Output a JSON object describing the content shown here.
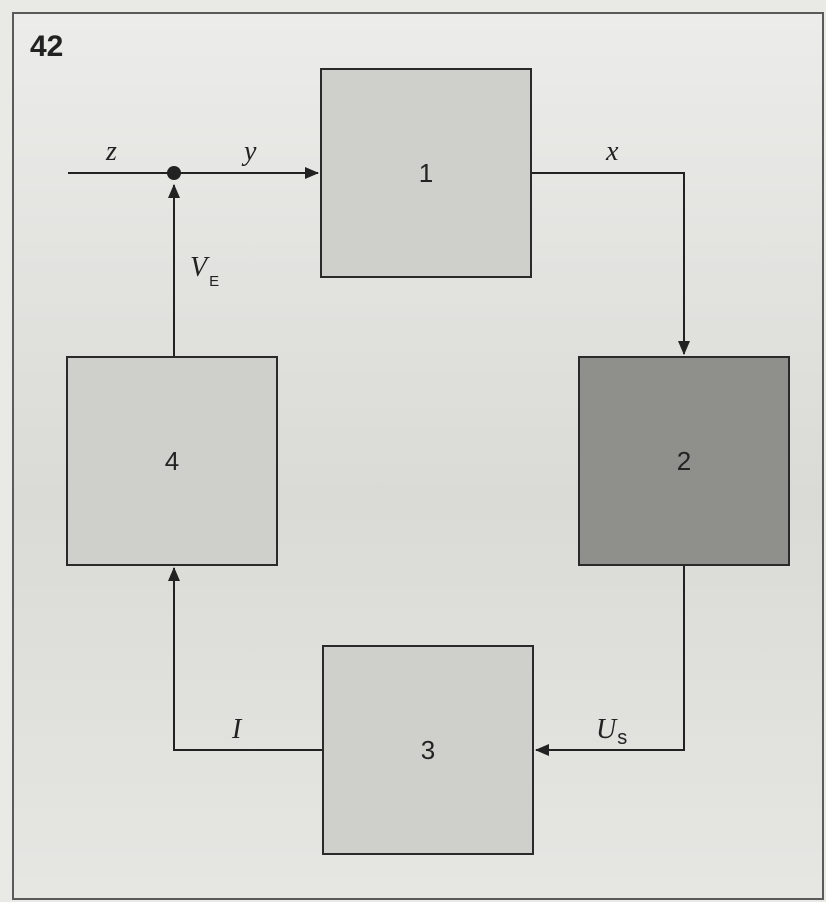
{
  "figure_number": "42",
  "blocks": {
    "b1": "1",
    "b2": "2",
    "b3": "3",
    "b4": "4"
  },
  "signals": {
    "z": "z",
    "y": "y",
    "x": "x",
    "VE_main": "V",
    "VE_sub": "E",
    "Us_main": "U",
    "Us_sub": "s",
    "I1": "I"
  },
  "colors": {
    "block_light": "#cfcfcc",
    "block_dark": "#8f8f8c",
    "line": "#222222"
  }
}
